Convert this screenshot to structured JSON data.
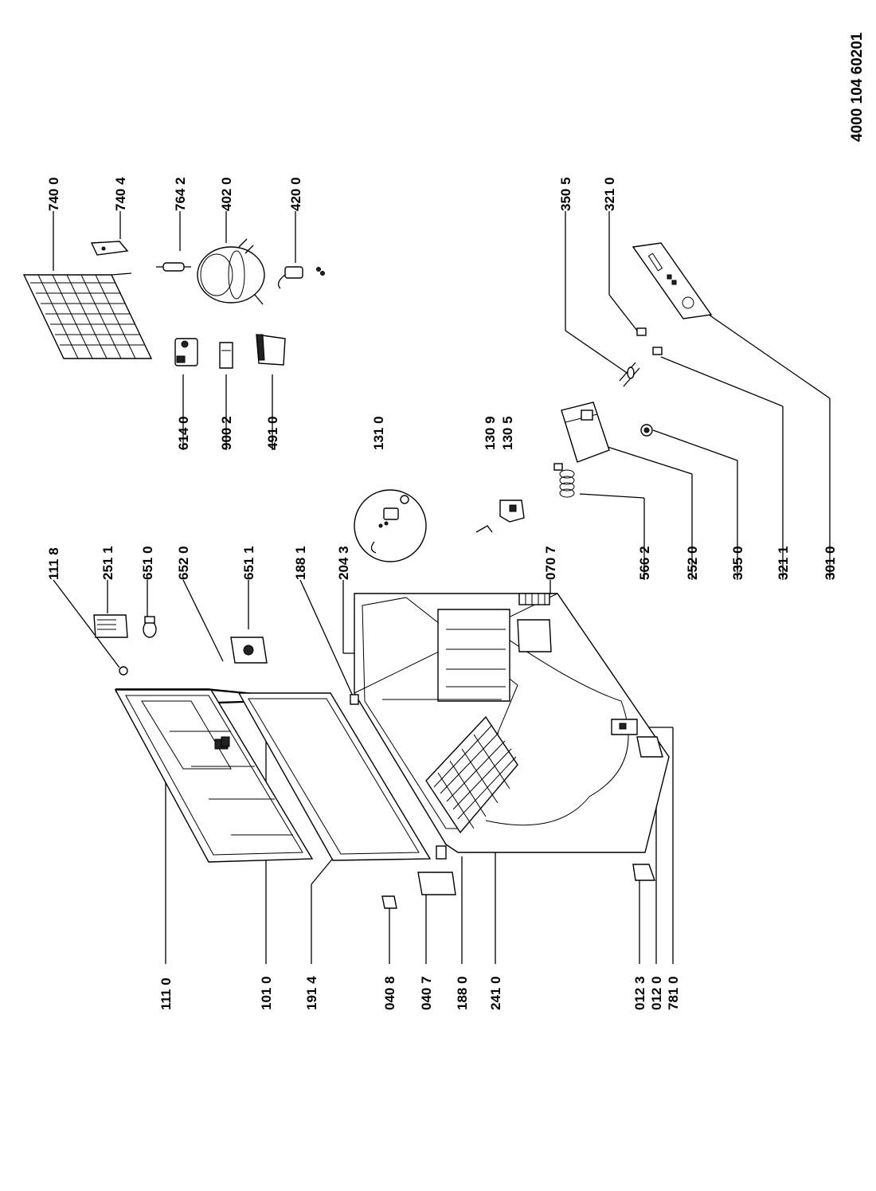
{
  "document_number": "4000 104 60201",
  "part_labels": {
    "p1118": "111 8",
    "p2511": "251 1",
    "p6510": "651 0",
    "p6520": "652 0",
    "p6511": "651 1",
    "p1881": "188 1",
    "p2043": "204 3",
    "p0707": "070 7",
    "p1310": "131 0",
    "p1309": "130 9",
    "p1305": "130 5",
    "p6140": "614 0",
    "p9002": "900 2",
    "p4910": "491 0",
    "p7400": "740 0",
    "p7404": "740 4",
    "p7642": "764 2",
    "p4020": "402 0",
    "p4200": "420 0",
    "p3505": "350 5",
    "p3210": "321 0",
    "p5662": "566 2",
    "p2520": "252 0",
    "p3350": "335 0",
    "p3211": "321 1",
    "p3010": "301 0",
    "p1110": "111 0",
    "p1010": "101 0",
    "p1914": "191 4",
    "p0408": "040 8",
    "p0407": "040 7",
    "p1880": "188 0",
    "p2410": "241 0",
    "p0123": "012 3",
    "p0120": "012 0",
    "p7810": "781 0"
  }
}
